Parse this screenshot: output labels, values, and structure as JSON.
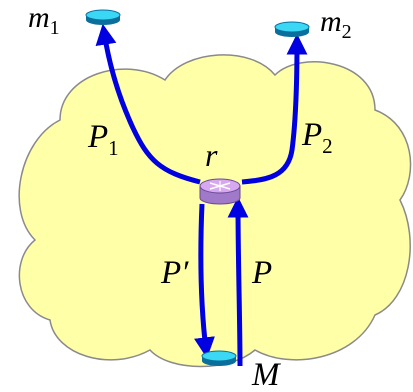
{
  "labels": {
    "m1": {
      "base": "m",
      "sub": "1"
    },
    "m2": {
      "base": "m",
      "sub": "2"
    },
    "p1": {
      "base": "P",
      "sub": "1"
    },
    "p2": {
      "base": "P",
      "sub": "2"
    },
    "r": "r",
    "p_prime": "P′",
    "p": "P",
    "M": "M"
  },
  "colors": {
    "cloud_fill": "#FFFFA8",
    "cloud_stroke": "#8A8A8A",
    "arrow": "#0000E0",
    "host_top": "#3BD8F5",
    "host_side": "#0A6F9C",
    "router_fill": "#D6A8F0",
    "router_stroke": "#6A4A9A"
  }
}
